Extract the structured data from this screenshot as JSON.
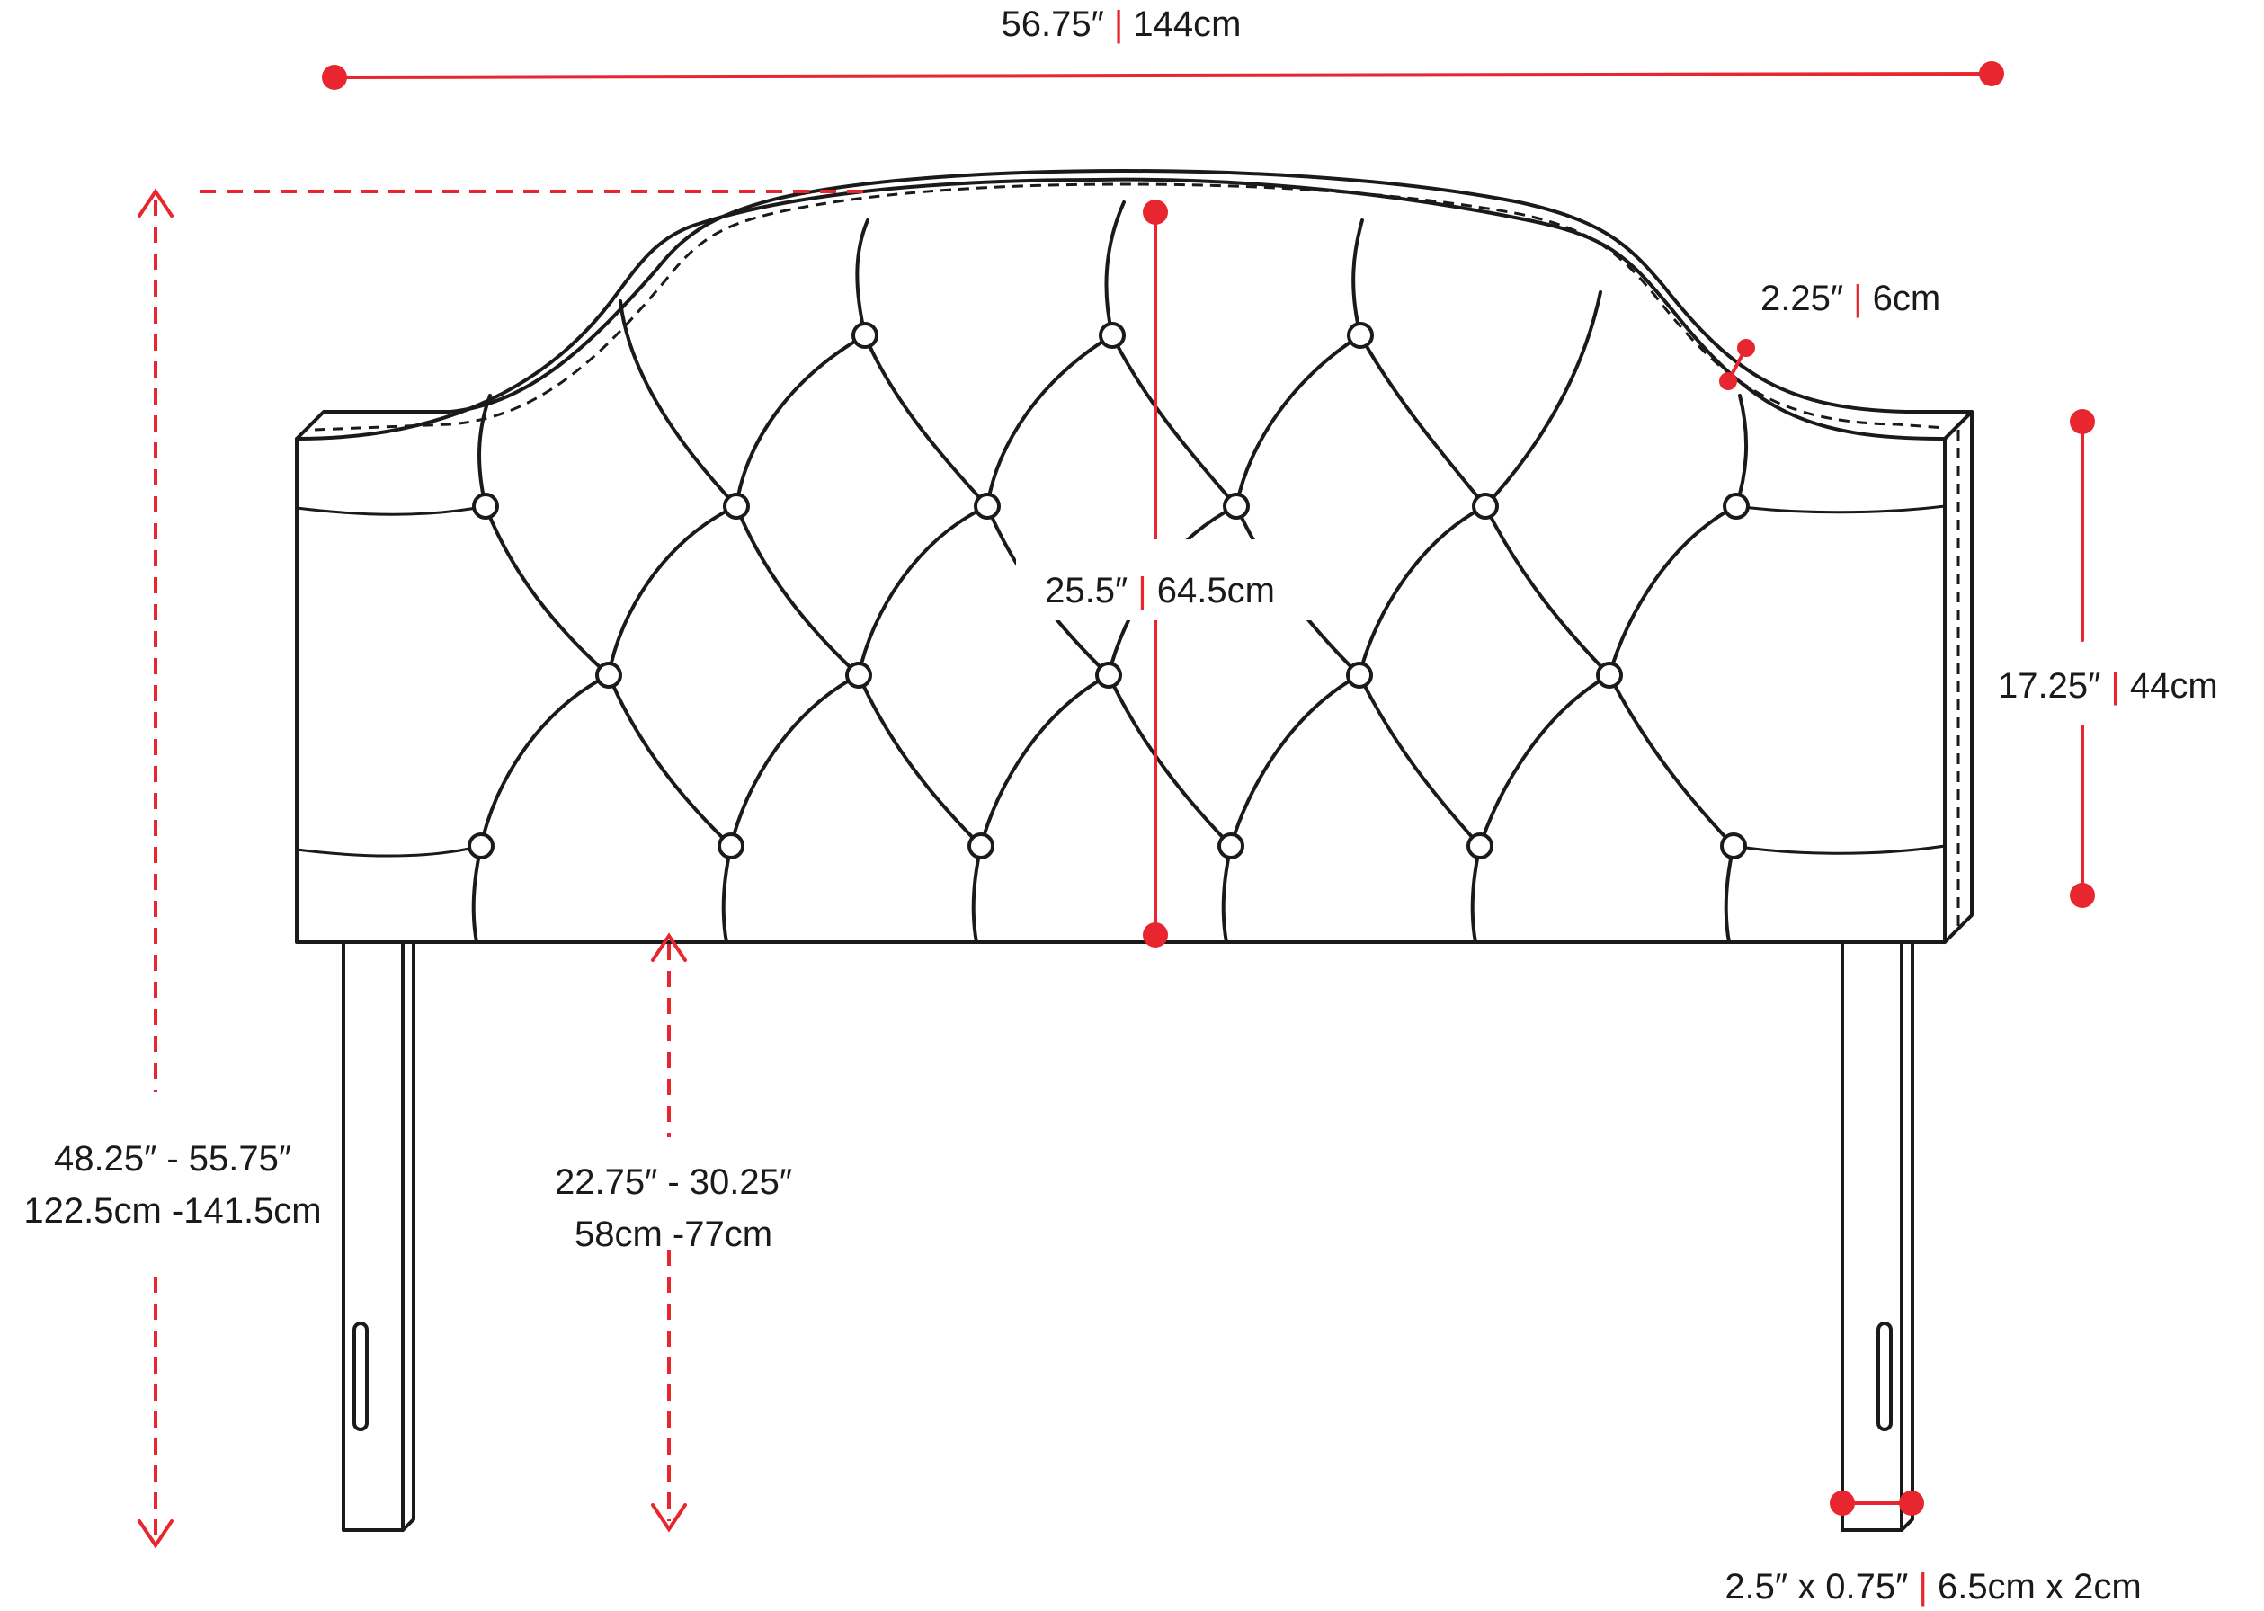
{
  "colors": {
    "dimension": "#e8262f",
    "outline": "#1a1a1a",
    "background": "#ffffff"
  },
  "dimensions": {
    "overall_width": {
      "imperial": "56.75″",
      "metric": "144cm"
    },
    "panel_height": {
      "imperial": "25.5″",
      "metric": "64.5cm"
    },
    "border_thickness": {
      "imperial": "2.25″",
      "metric": "6cm"
    },
    "side_height": {
      "imperial": "17.25″",
      "metric": "44cm"
    },
    "total_height": {
      "imperial": "48.25″ - 55.75″",
      "metric": "122.5cm -141.5cm"
    },
    "leg_clearance": {
      "imperial": "22.75″ - 30.25″",
      "metric": "58cm -77cm"
    },
    "leg_size": {
      "imperial": "2.5″ x 0.75″",
      "metric": "6.5cm x 2cm"
    }
  }
}
